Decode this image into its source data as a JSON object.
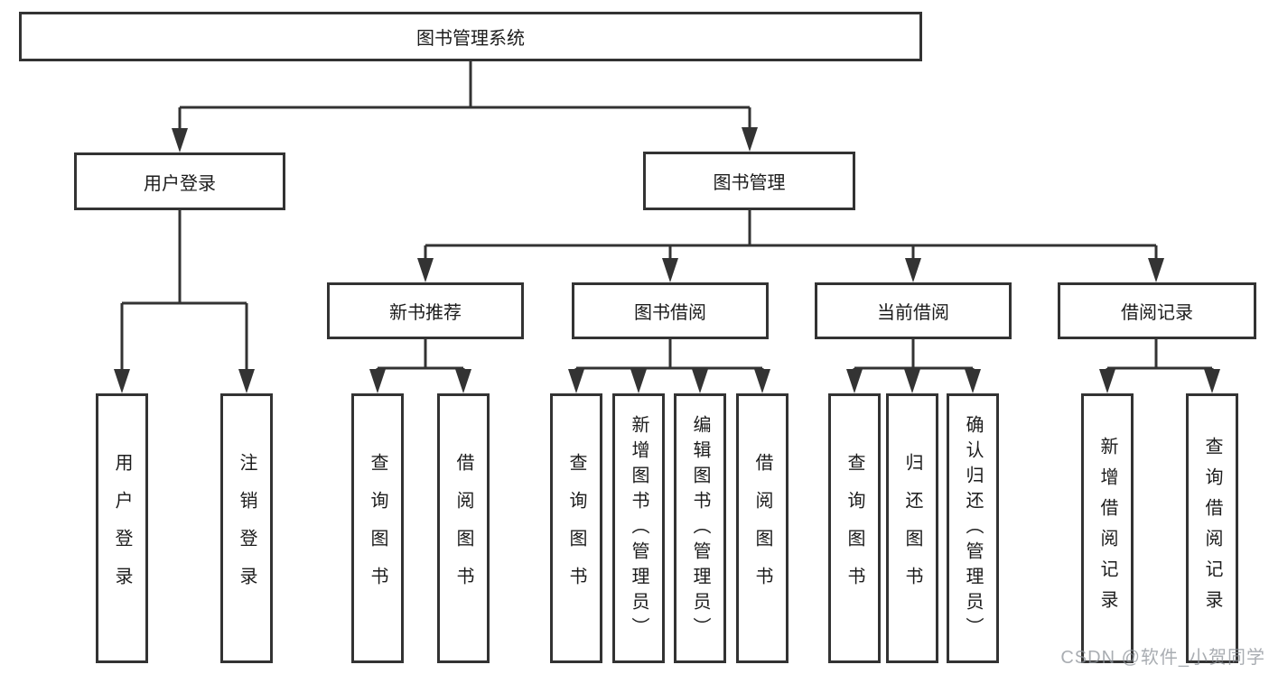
{
  "diagram": {
    "type": "hierarchy-tree",
    "colors": {
      "line": "#333333",
      "box_background": "#ffffff",
      "text": "#1c1c1c",
      "watermark": "#8c9298"
    },
    "tree": {
      "root": {
        "label": "图书管理系统",
        "children": [
          {
            "label": "用户登录",
            "children": [
              {
                "label": "用户登录"
              },
              {
                "label": "注销登录"
              }
            ]
          },
          {
            "label": "图书管理",
            "children": [
              {
                "label": "新书推荐",
                "children": [
                  {
                    "label": "查询图书"
                  },
                  {
                    "label": "借阅图书"
                  }
                ]
              },
              {
                "label": "图书借阅",
                "children": [
                  {
                    "label": "查询图书"
                  },
                  {
                    "label": "新增图书（管理员）"
                  },
                  {
                    "label": "编辑图书（管理员）"
                  },
                  {
                    "label": "借阅图书"
                  }
                ]
              },
              {
                "label": "当前借阅",
                "children": [
                  {
                    "label": "查询图书"
                  },
                  {
                    "label": "归还图书"
                  },
                  {
                    "label": "确认归还（管理员）"
                  }
                ]
              },
              {
                "label": "借阅记录",
                "children": [
                  {
                    "label": "新增借阅记录"
                  },
                  {
                    "label": "查询借阅记录"
                  }
                ]
              }
            ]
          }
        ]
      }
    },
    "watermark": {
      "text": "CSDN @软件_小贺同学"
    }
  }
}
